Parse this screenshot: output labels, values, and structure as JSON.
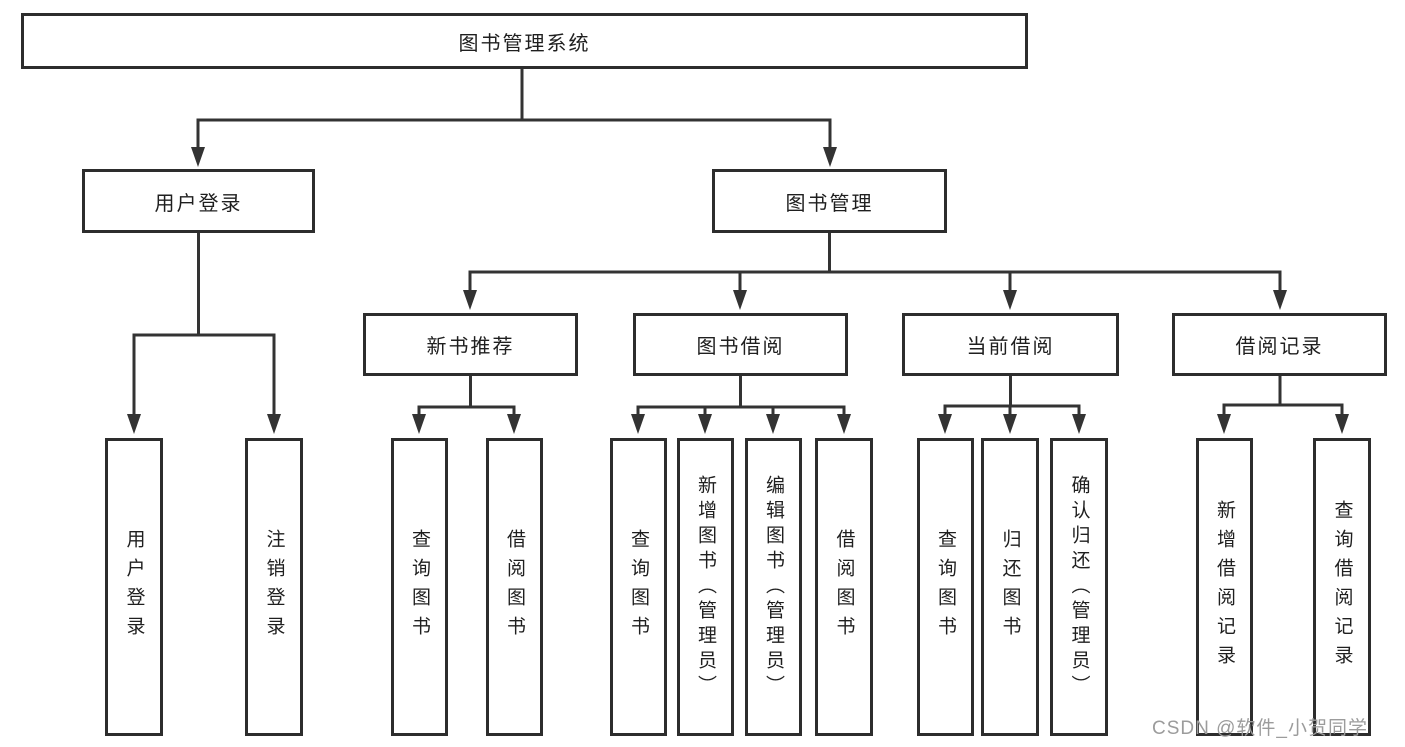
{
  "tree": {
    "root": "图书管理系统",
    "branches": [
      {
        "label": "用户登录",
        "children": [
          {
            "label": "用户登录"
          },
          {
            "label": "注销登录"
          }
        ]
      },
      {
        "label": "图书管理",
        "children": [
          {
            "label": "新书推荐",
            "children": [
              {
                "label": "查询图书"
              },
              {
                "label": "借阅图书"
              }
            ]
          },
          {
            "label": "图书借阅",
            "children": [
              {
                "label": "查询图书"
              },
              {
                "label": "新增图书（管理员）"
              },
              {
                "label": "编辑图书（管理员）"
              },
              {
                "label": "借阅图书"
              }
            ]
          },
          {
            "label": "当前借阅",
            "children": [
              {
                "label": "查询图书"
              },
              {
                "label": "归还图书"
              },
              {
                "label": "确认归还（管理员）"
              }
            ]
          },
          {
            "label": "借阅记录",
            "children": [
              {
                "label": "新增借阅记录"
              },
              {
                "label": "查询借阅记录"
              }
            ]
          }
        ]
      }
    ]
  },
  "watermark": "CSDN @软件_小贺同学",
  "colors": {
    "line": "#333333",
    "box_border": "#2d2d2d",
    "text": "#1f1f1f",
    "watermark": "#9c9c9c",
    "background": "#ffffff"
  }
}
